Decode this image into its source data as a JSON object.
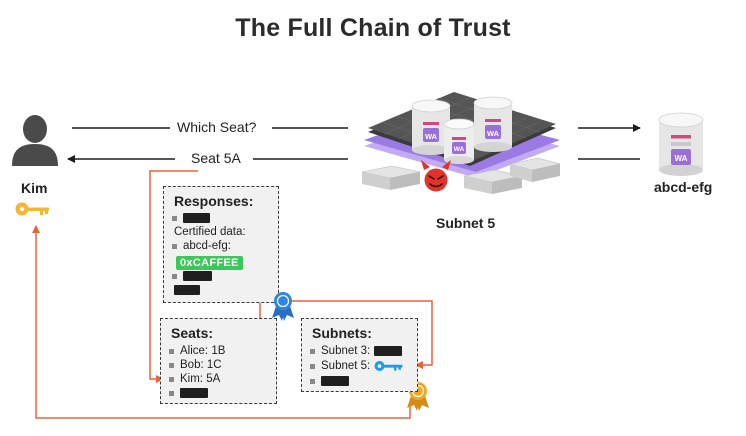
{
  "title": "The Full Chain of Trust",
  "user": {
    "name": "Kim"
  },
  "messages": {
    "request": "Which Seat?",
    "response": "Seat 5A"
  },
  "subnet": {
    "label": "Subnet 5",
    "canister_badge": "WA"
  },
  "canister": {
    "label": "abcd-efg",
    "badge": "WA"
  },
  "responses_box": {
    "title": "Responses:",
    "certified_label": "Certified data:",
    "key_label": "abcd-efg:",
    "value": "0xCAFFEE"
  },
  "seats_box": {
    "title": "Seats:",
    "rows": [
      "Alice: 1B",
      "Bob: 1C",
      "Kim: 5A"
    ]
  },
  "subnets_box": {
    "title": "Subnets:",
    "rows": [
      "Subnet 3:",
      "Subnet 5:"
    ]
  },
  "colors": {
    "arrow_orange": "#e8623a",
    "key_gold": "#f5b731",
    "key_blue": "#1e9be8",
    "seal_blue": "#2f86e0",
    "seal_gold": "#f0a823",
    "highlight_green": "#3cc75a",
    "canister_purple": "#9b6fd8"
  }
}
